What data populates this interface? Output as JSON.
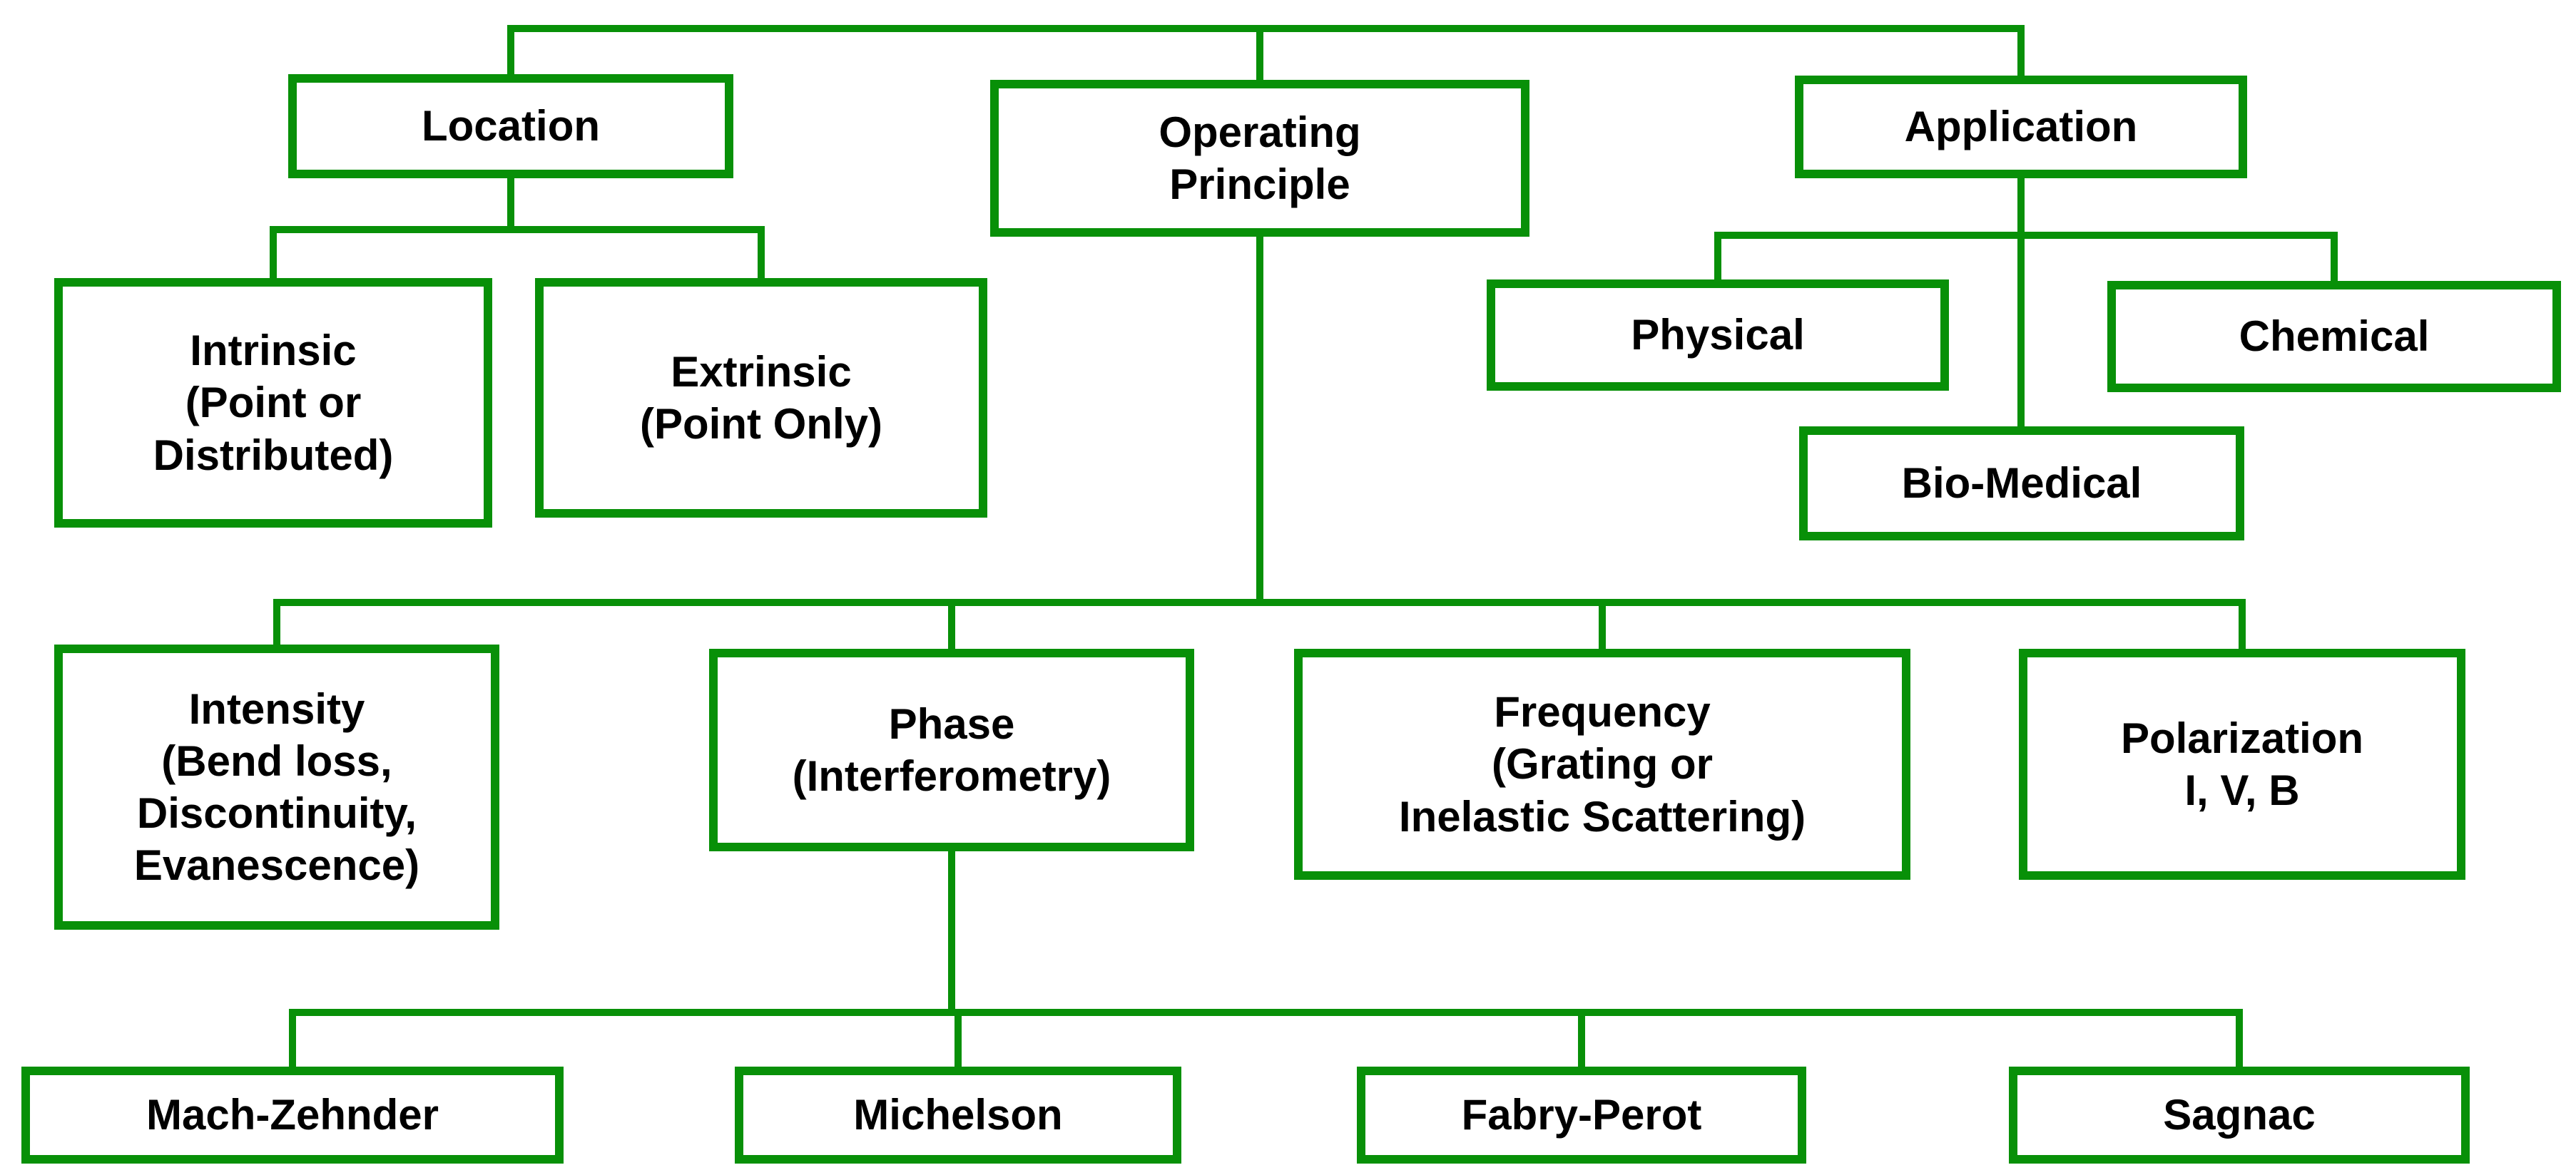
{
  "diagram": {
    "line_color": "#089008",
    "text_color": "#000000",
    "background_color": "#ffffff",
    "nodes": {
      "location": {
        "label": "Location"
      },
      "operating_principle": {
        "label": "Operating\nPrinciple"
      },
      "application": {
        "label": "Application"
      },
      "intrinsic": {
        "label": "Intrinsic\n(Point or\nDistributed)"
      },
      "extrinsic": {
        "label": "Extrinsic\n(Point Only)"
      },
      "physical": {
        "label": "Physical"
      },
      "chemical": {
        "label": "Chemical"
      },
      "bio_medical": {
        "label": "Bio-Medical"
      },
      "intensity": {
        "label": "Intensity\n(Bend loss,\nDiscontinuity,\nEvanescence)"
      },
      "phase": {
        "label": "Phase\n(Interferometry)"
      },
      "frequency": {
        "label": "Frequency\n(Grating or\nInelastic Scattering)"
      },
      "polarization": {
        "label": "Polarization\nI, V, B"
      },
      "mach_zehnder": {
        "label": "Mach-Zehnder"
      },
      "michelson": {
        "label": "Michelson"
      },
      "fabry_perot": {
        "label": "Fabry-Perot"
      },
      "sagnac": {
        "label": "Sagnac"
      }
    },
    "hierarchy": {
      "location": [
        "intrinsic",
        "extrinsic"
      ],
      "operating_principle": [
        "intensity",
        "phase",
        "frequency",
        "polarization"
      ],
      "application": [
        "physical",
        "chemical",
        "bio_medical"
      ],
      "phase": [
        "mach_zehnder",
        "michelson",
        "fabry_perot",
        "sagnac"
      ]
    }
  }
}
